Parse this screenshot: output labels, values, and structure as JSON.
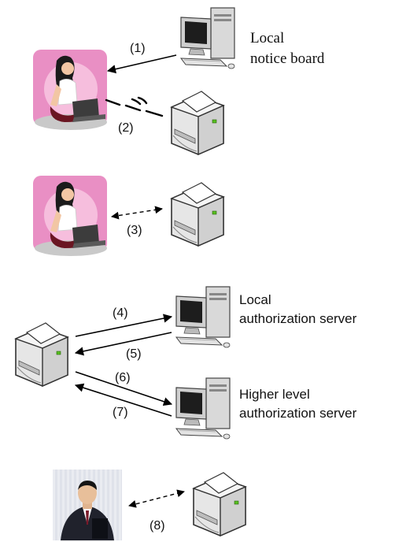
{
  "labels": {
    "local_notice_board_1": "Local",
    "local_notice_board_2": "notice board",
    "local_auth_1": "Local",
    "local_auth_2": "authorization server",
    "higher_auth_1": "Higher level",
    "higher_auth_2": "authorization server"
  },
  "steps": [
    "(1)",
    "(2)",
    "(3)",
    "(4)",
    "(5)",
    "(6)",
    "(7)",
    "(8)"
  ],
  "icons": {
    "user": "woman-with-laptop-icon",
    "printer": "printer-icon",
    "computer": "desktop-computer-icon",
    "person": "businessman-icon"
  },
  "colors": {
    "pink_bg": "#e98fc4",
    "line": "#000000"
  }
}
